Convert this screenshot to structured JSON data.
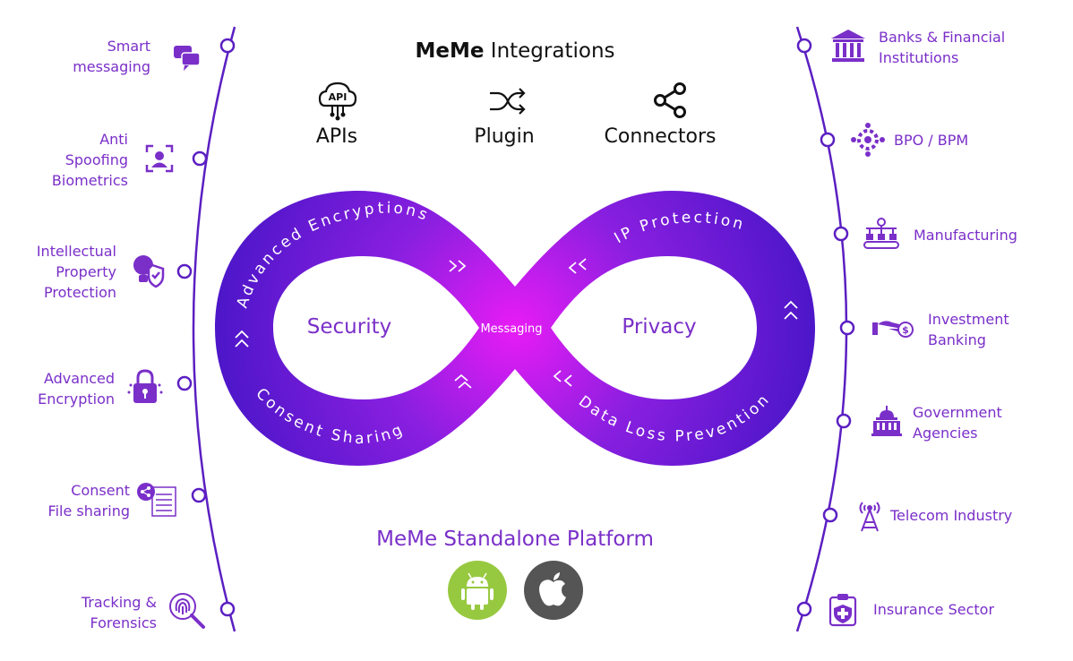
{
  "header": {
    "brand": "MeMe",
    "title_rest": " Integrations"
  },
  "integrations": [
    {
      "label": "APIs",
      "icon": "api-cloud-icon"
    },
    {
      "label": "Plugin",
      "icon": "shuffle-icon"
    },
    {
      "label": "Connectors",
      "icon": "share-nodes-icon"
    }
  ],
  "infinity": {
    "left_word": "Security",
    "right_word": "Privacy",
    "center_word": "Messaging",
    "loop_texts": {
      "advanced_encryptions": "Advanced Encryptions",
      "ip_protection": "IP Protection",
      "consent_sharing": "Consent Sharing",
      "data_loss_prevention": "Data Loss Prevention"
    },
    "gradient": {
      "outer": "#4b16c8",
      "mid": "#8a1fe0",
      "center": "#e81cf5"
    }
  },
  "features_left": [
    {
      "label": "Smart\nmessaging",
      "icon": "chat-bubbles-icon"
    },
    {
      "label": "Anti\nSpoofing\nBiometrics",
      "icon": "face-scan-icon"
    },
    {
      "label": "Intellectual\nProperty\nProtection",
      "icon": "bulb-shield-icon"
    },
    {
      "label": "Advanced\nEncryption",
      "icon": "padlock-icon"
    },
    {
      "label": "Consent\nFile sharing",
      "icon": "file-share-icon"
    },
    {
      "label": "Tracking &\nForensics",
      "icon": "fingerprint-magnifier-icon"
    }
  ],
  "industries_right": [
    {
      "label": "Banks & Financial\nInstitutions",
      "icon": "bank-icon"
    },
    {
      "label": "BPO / BPM",
      "icon": "gear-people-icon"
    },
    {
      "label": "Manufacturing",
      "icon": "factory-conveyor-icon"
    },
    {
      "label": "Investment\nBanking",
      "icon": "hand-dollar-icon"
    },
    {
      "label": "Government\nAgencies",
      "icon": "capitol-icon"
    },
    {
      "label": "Telecom Industry",
      "icon": "antenna-icon"
    },
    {
      "label": "Insurance Sector",
      "icon": "medical-clipboard-icon"
    }
  ],
  "platform": {
    "title": "MeMe Standalone Platform",
    "android_color": "#97c940",
    "apple_color": "#555555"
  },
  "colors": {
    "accent": "#7a2fc9",
    "line": "#5b1fc2"
  }
}
